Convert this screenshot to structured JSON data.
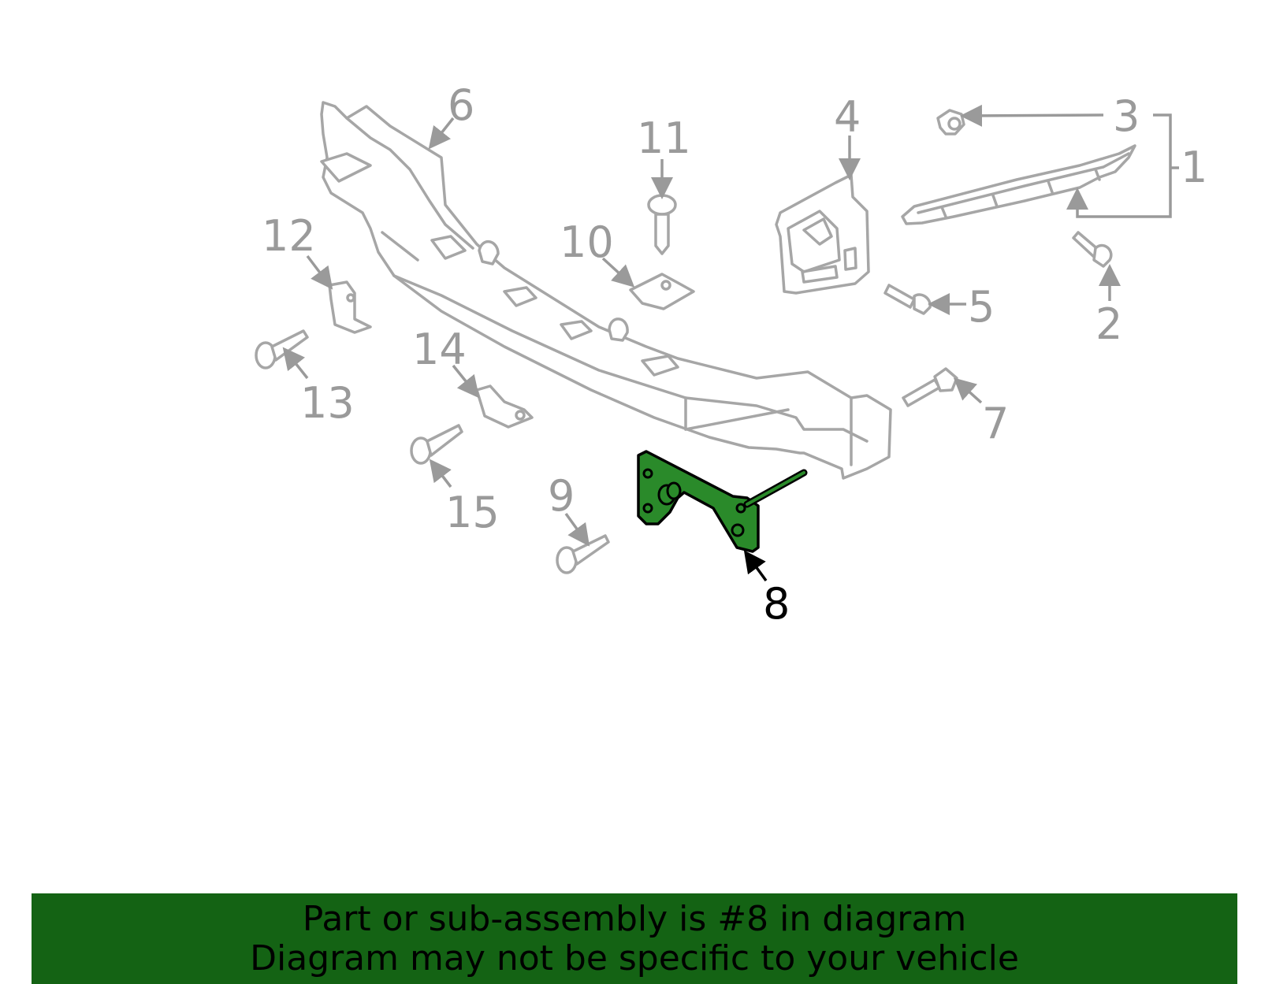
{
  "callouts": [
    "1",
    "2",
    "3",
    "4",
    "5",
    "6",
    "7",
    "8",
    "9",
    "10",
    "11",
    "12",
    "13",
    "14",
    "15"
  ],
  "highlighted_part": "8",
  "colors": {
    "highlight_fill": "#2a8a2a",
    "banner_bg": "#146314",
    "line_gray": "#a6a6a6",
    "label_gray": "#9a9a9a"
  },
  "banner": {
    "line1": "Part or sub-assembly is #8 in diagram",
    "line2": "Diagram may not be specific to your vehicle"
  }
}
